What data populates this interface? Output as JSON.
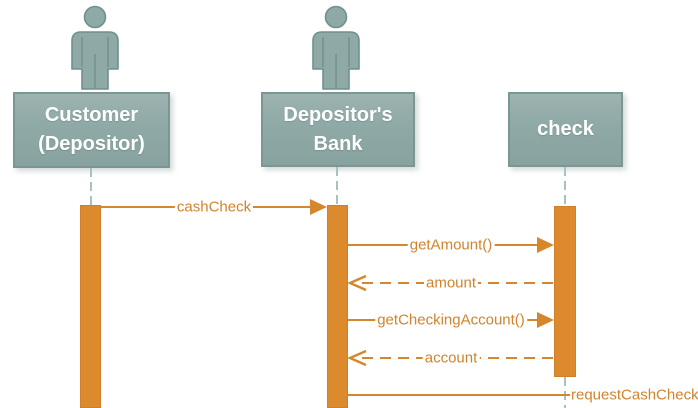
{
  "diagram": {
    "kind": "uml-sequence-diagram",
    "colors": {
      "background": "#ffffff",
      "actor_fill": "#8fa9a6",
      "actor_fill_light": "#9db3b0",
      "actor_border": "#7b9794",
      "actor_text": "#ffffff",
      "activation_bar": "#dd8a2f",
      "message": "#d5872e",
      "lifeline": "#a8c2bf"
    },
    "actors": [
      {
        "id": "customer",
        "label": "Customer (Depositor)",
        "label_lines": [
          "Customer",
          "(Depositor)"
        ],
        "person_icon": true
      },
      {
        "id": "bank",
        "label": "Depositor's Bank",
        "label_lines": [
          "Depositor's",
          "Bank"
        ],
        "person_icon": true
      },
      {
        "id": "check",
        "label": "check",
        "label_lines": [
          "check"
        ],
        "person_icon": false
      }
    ],
    "messages": [
      {
        "label": "cashCheck",
        "from": "Customer (Depositor)",
        "to": "Depositor's Bank",
        "kind": "call",
        "line": "solid",
        "arrowhead": "filled"
      },
      {
        "label": "getAmount()",
        "from": "Depositor's Bank",
        "to": "check",
        "kind": "call",
        "line": "solid",
        "arrowhead": "filled"
      },
      {
        "label": "amount",
        "from": "check",
        "to": "Depositor's Bank",
        "kind": "return",
        "line": "dashed",
        "arrowhead": "open"
      },
      {
        "label": "getCheckingAccount()",
        "from": "Depositor's Bank",
        "to": "check",
        "kind": "call",
        "line": "solid",
        "arrowhead": "filled"
      },
      {
        "label": "account",
        "from": "check",
        "to": "Depositor's Bank",
        "kind": "return",
        "line": "dashed",
        "arrowhead": "open"
      },
      {
        "label": "requestCashCheck",
        "from": "Depositor's Bank",
        "to": "",
        "kind": "call",
        "line": "solid",
        "arrowhead": "none"
      }
    ]
  }
}
